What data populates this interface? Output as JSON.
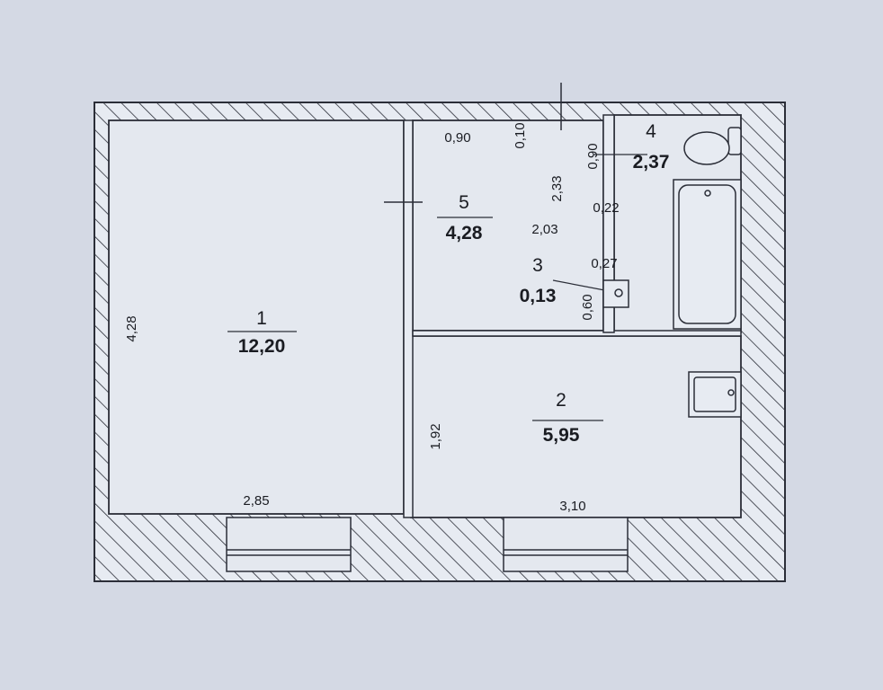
{
  "rooms": [
    {
      "id": "1",
      "area": "12,20"
    },
    {
      "id": "2",
      "area": "5,95"
    },
    {
      "id": "3",
      "area": "0,13"
    },
    {
      "id": "4",
      "area": "2,37"
    },
    {
      "id": "5",
      "area": "4,28"
    }
  ],
  "dimensions": {
    "room1_height": "4,28",
    "room1_width": "2,85",
    "room2_height": "1,92",
    "room2_width": "3,10",
    "room5_width": "0,90",
    "room5_depth": "2,33",
    "room5_inner": "2,03",
    "gap_top": "0,10",
    "room4_door": "0,90",
    "wall_a": "0,22",
    "wall_b": "0,27",
    "room3_depth": "0,60"
  },
  "colors": {
    "background": "#d4d9e4",
    "wall_fill": "#e7ebf2",
    "line": "#2b2e38"
  }
}
